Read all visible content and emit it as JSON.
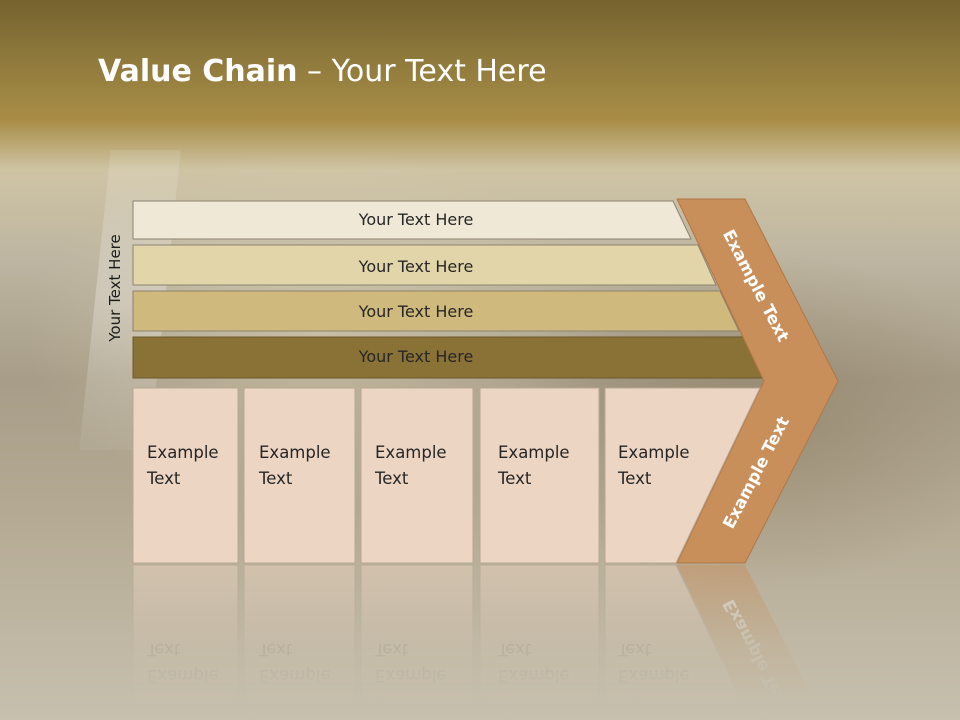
{
  "slide": {
    "title_bold": "Value Chain",
    "title_rest": " – Your Text Here",
    "side_label": "Your Text Here"
  },
  "bars": [
    {
      "label": "Your Text Here",
      "color": "#efe8d7"
    },
    {
      "label": "Your Text Here",
      "color": "#e2d5aa"
    },
    {
      "label": "Your Text Here",
      "color": "#d0b97d"
    },
    {
      "label": "Your Text Here",
      "color": "#8a7236"
    }
  ],
  "boxes": [
    {
      "line1": "Example",
      "line2": "Text"
    },
    {
      "line1": "Example",
      "line2": "Text"
    },
    {
      "line1": "Example",
      "line2": "Text"
    },
    {
      "line1": "Example",
      "line2": "Text"
    },
    {
      "line1": "Example",
      "line2": "Text"
    }
  ],
  "chevron": {
    "upper_text": "Example Text",
    "lower_text": "Example Text",
    "color": "#c98f5b"
  },
  "colors": {
    "box_fill": "#ecd5c2",
    "box_stroke": "#b6a795"
  }
}
